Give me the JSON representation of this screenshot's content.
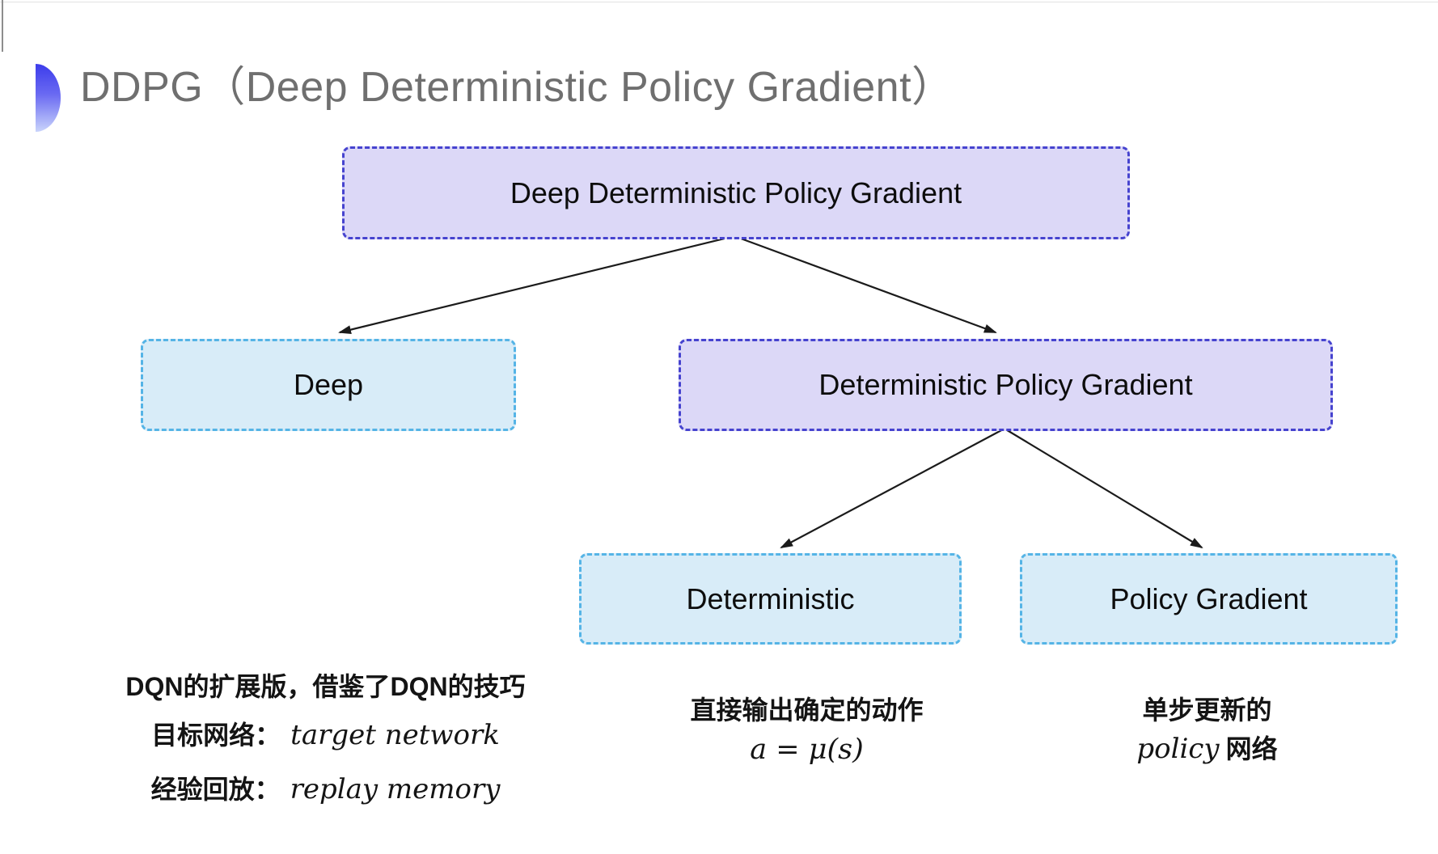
{
  "title": {
    "text": "DDPG（Deep Deterministic Policy Gradient）"
  },
  "nodes": {
    "root": "Deep Deterministic Policy Gradient",
    "deep": "Deep",
    "dpg": "Deterministic Policy Gradient",
    "deterministic": "Deterministic",
    "policy_gradient": "Policy Gradient"
  },
  "notes": {
    "dqn": {
      "line1": "DQN的扩展版，借鉴了DQN的技巧",
      "target_label": "目标网络：",
      "target_value": "target network",
      "replay_label": "经验回放：",
      "replay_value": "replay memory"
    },
    "deterministic": {
      "line1": "直接输出确定的动作",
      "formula": "a = μ(s)"
    },
    "policy": {
      "line1": "单步更新的",
      "line2_italic": "policy",
      "line2_rest": "网络"
    }
  },
  "colors": {
    "purple_fill": "#dcd8f7",
    "purple_border": "#4643cf",
    "cyan_fill": "#d8ecf8",
    "cyan_border": "#55b4e6",
    "title_gray": "#6f6f6f",
    "arrow": "#1b1b1b",
    "bullet_top": "#3c3ceb",
    "bullet_bottom": "#c9d4fb"
  }
}
